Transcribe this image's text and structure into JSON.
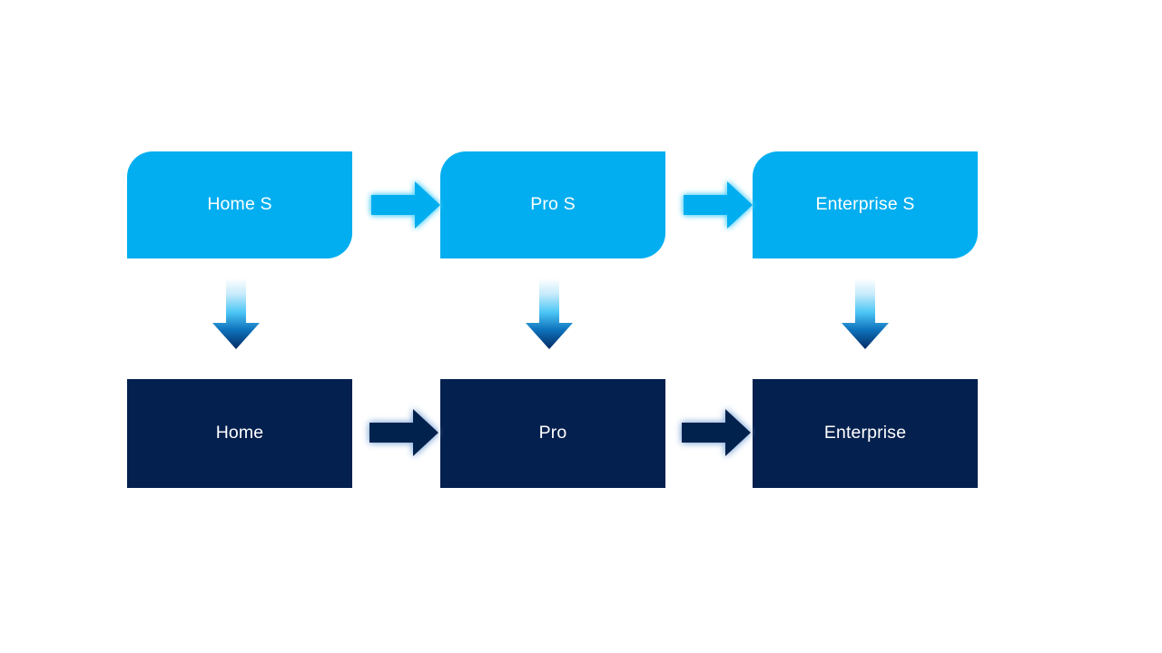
{
  "diagram": {
    "type": "process-flow",
    "background_color": "#ffffff",
    "colors": {
      "tier_accent": "#02aeef",
      "tier_base": "#04204e",
      "label_text": "#ffffff",
      "arrow_horizontal_top": "#02aeef",
      "arrow_horizontal_bottom": "#04204e",
      "arrow_vertical_gradient_start": "#ffffff",
      "arrow_vertical_gradient_mid": "#29c0f4",
      "arrow_vertical_gradient_end": "#032a63"
    },
    "rows": [
      {
        "row_name": "server-tier",
        "style": "cyan-diagonal-rounded",
        "nodes": [
          {
            "label": "Home S"
          },
          {
            "label": "Pro S"
          },
          {
            "label": "Enterprise S"
          }
        ],
        "connectors": [
          {
            "icon": "arrow-right-icon",
            "from": "Home S",
            "to": "Pro S"
          },
          {
            "icon": "arrow-right-icon",
            "from": "Pro S",
            "to": "Enterprise S"
          }
        ]
      },
      {
        "row_name": "client-tier",
        "style": "navy-square",
        "nodes": [
          {
            "label": "Home"
          },
          {
            "label": "Pro"
          },
          {
            "label": "Enterprise"
          }
        ],
        "connectors": [
          {
            "icon": "arrow-right-icon",
            "from": "Home",
            "to": "Pro"
          },
          {
            "icon": "arrow-right-icon",
            "from": "Pro",
            "to": "Enterprise"
          }
        ]
      }
    ],
    "vertical_connectors": [
      {
        "icon": "arrow-down-icon",
        "from": "Home S",
        "to": "Home"
      },
      {
        "icon": "arrow-down-icon",
        "from": "Pro S",
        "to": "Pro"
      },
      {
        "icon": "arrow-down-icon",
        "from": "Enterprise S",
        "to": "Enterprise"
      }
    ]
  }
}
